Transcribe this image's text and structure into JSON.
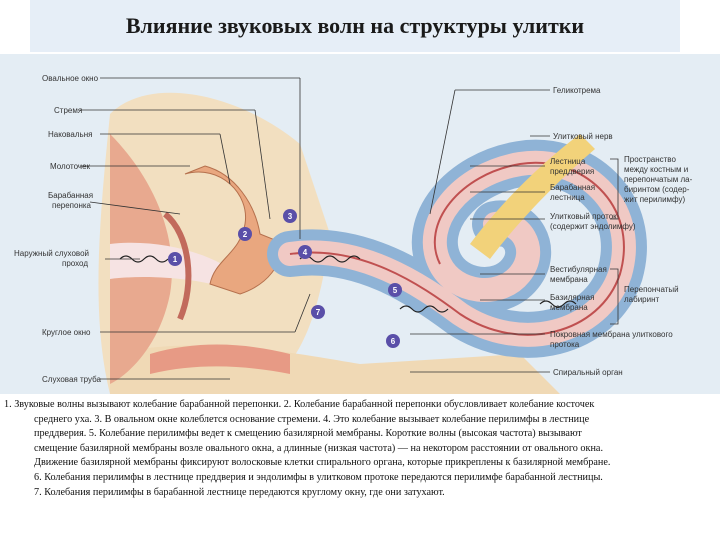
{
  "title": "Влияние звуковых волн на структуры улитки",
  "labels_left": {
    "oval_window": "Овальное окно",
    "stapes": "Стремя",
    "incus": "Наковальня",
    "malleus": "Молоточек",
    "eardrum_1": "Барабанная",
    "eardrum_2": "перепонка",
    "ext_canal_1": "Наружный слуховой",
    "ext_canal_2": "проход",
    "round_window": "Круглое окно",
    "eustachian": "Слуховая труба"
  },
  "labels_right": {
    "helicotrema": "Геликотрема",
    "cochlear_nerve": "Улитковый нерв",
    "scala_vestibuli_1": "Лестница",
    "scala_vestibuli_2": "преддверия",
    "scala_tympani_1": "Барабанная",
    "scala_tympani_2": "лестница",
    "duct_1": "Улитковый проток",
    "duct_2": "(содержит эндолимфу)",
    "space_1": "Пространство",
    "space_2": "между костным и",
    "space_3": "перепончатым ла-",
    "space_4": "биринтом (содер-",
    "space_5": "жит перилимфу)",
    "vestibular_1": "Вестибулярная",
    "vestibular_2": "мембрана",
    "basilar_1": "Базилярная",
    "basilar_2": "мембрана",
    "membranous_1": "Перепончатый",
    "membranous_2": "лабиринт",
    "tectorial_1": "Покровная мембрана улиткового",
    "tectorial_2": "протока",
    "spiral_organ": "Спиральный орган"
  },
  "step_numbers": [
    "1",
    "2",
    "3",
    "4",
    "5",
    "6",
    "7"
  ],
  "caption": {
    "line1": "1. Звуковые волны вызывают колебание барабанной перепонки.  2. Колебание барабанной перепонки обусловливает колебание косточек",
    "line2": "среднего уха.  3. В овальном окне колеблется основание стремени. 4. Это колебание вызывает колебание перилимфы в лестнице",
    "line3": "преддверия. 5. Колебание перилимфы ведет к смещению базилярной мембраны. Короткие волны (высокая частота) вызывают",
    "line4": "смещение базилярной мембраны возле овального окна, а длинные (низкая частота) — на некотором расстоянии от овального окна.",
    "line5": "Движение базилярной мембраны фиксируют волосковые клетки спирального органа, которые прикреплены к базилярной мембране.",
    "line6": "6. Колебания перилимфы в лестнице преддверия и эндолимфы в улитковом протоке передаются перилимфе барабанной лестницы.",
    "line7": "7. Колебания перилимфы в барабанной лестнице передаются круглому окну, где они затухают."
  },
  "colors": {
    "title_bg": "#e6eef7",
    "figure_bg": "#e4edf4",
    "bone": "#f2dfc0",
    "flesh": "#e8a98f",
    "cochlea_outer": "#8fb3d6",
    "cochlea_inner": "#f0c9c4",
    "nerve": "#f2d27a",
    "marker": "#5a4fa8"
  }
}
